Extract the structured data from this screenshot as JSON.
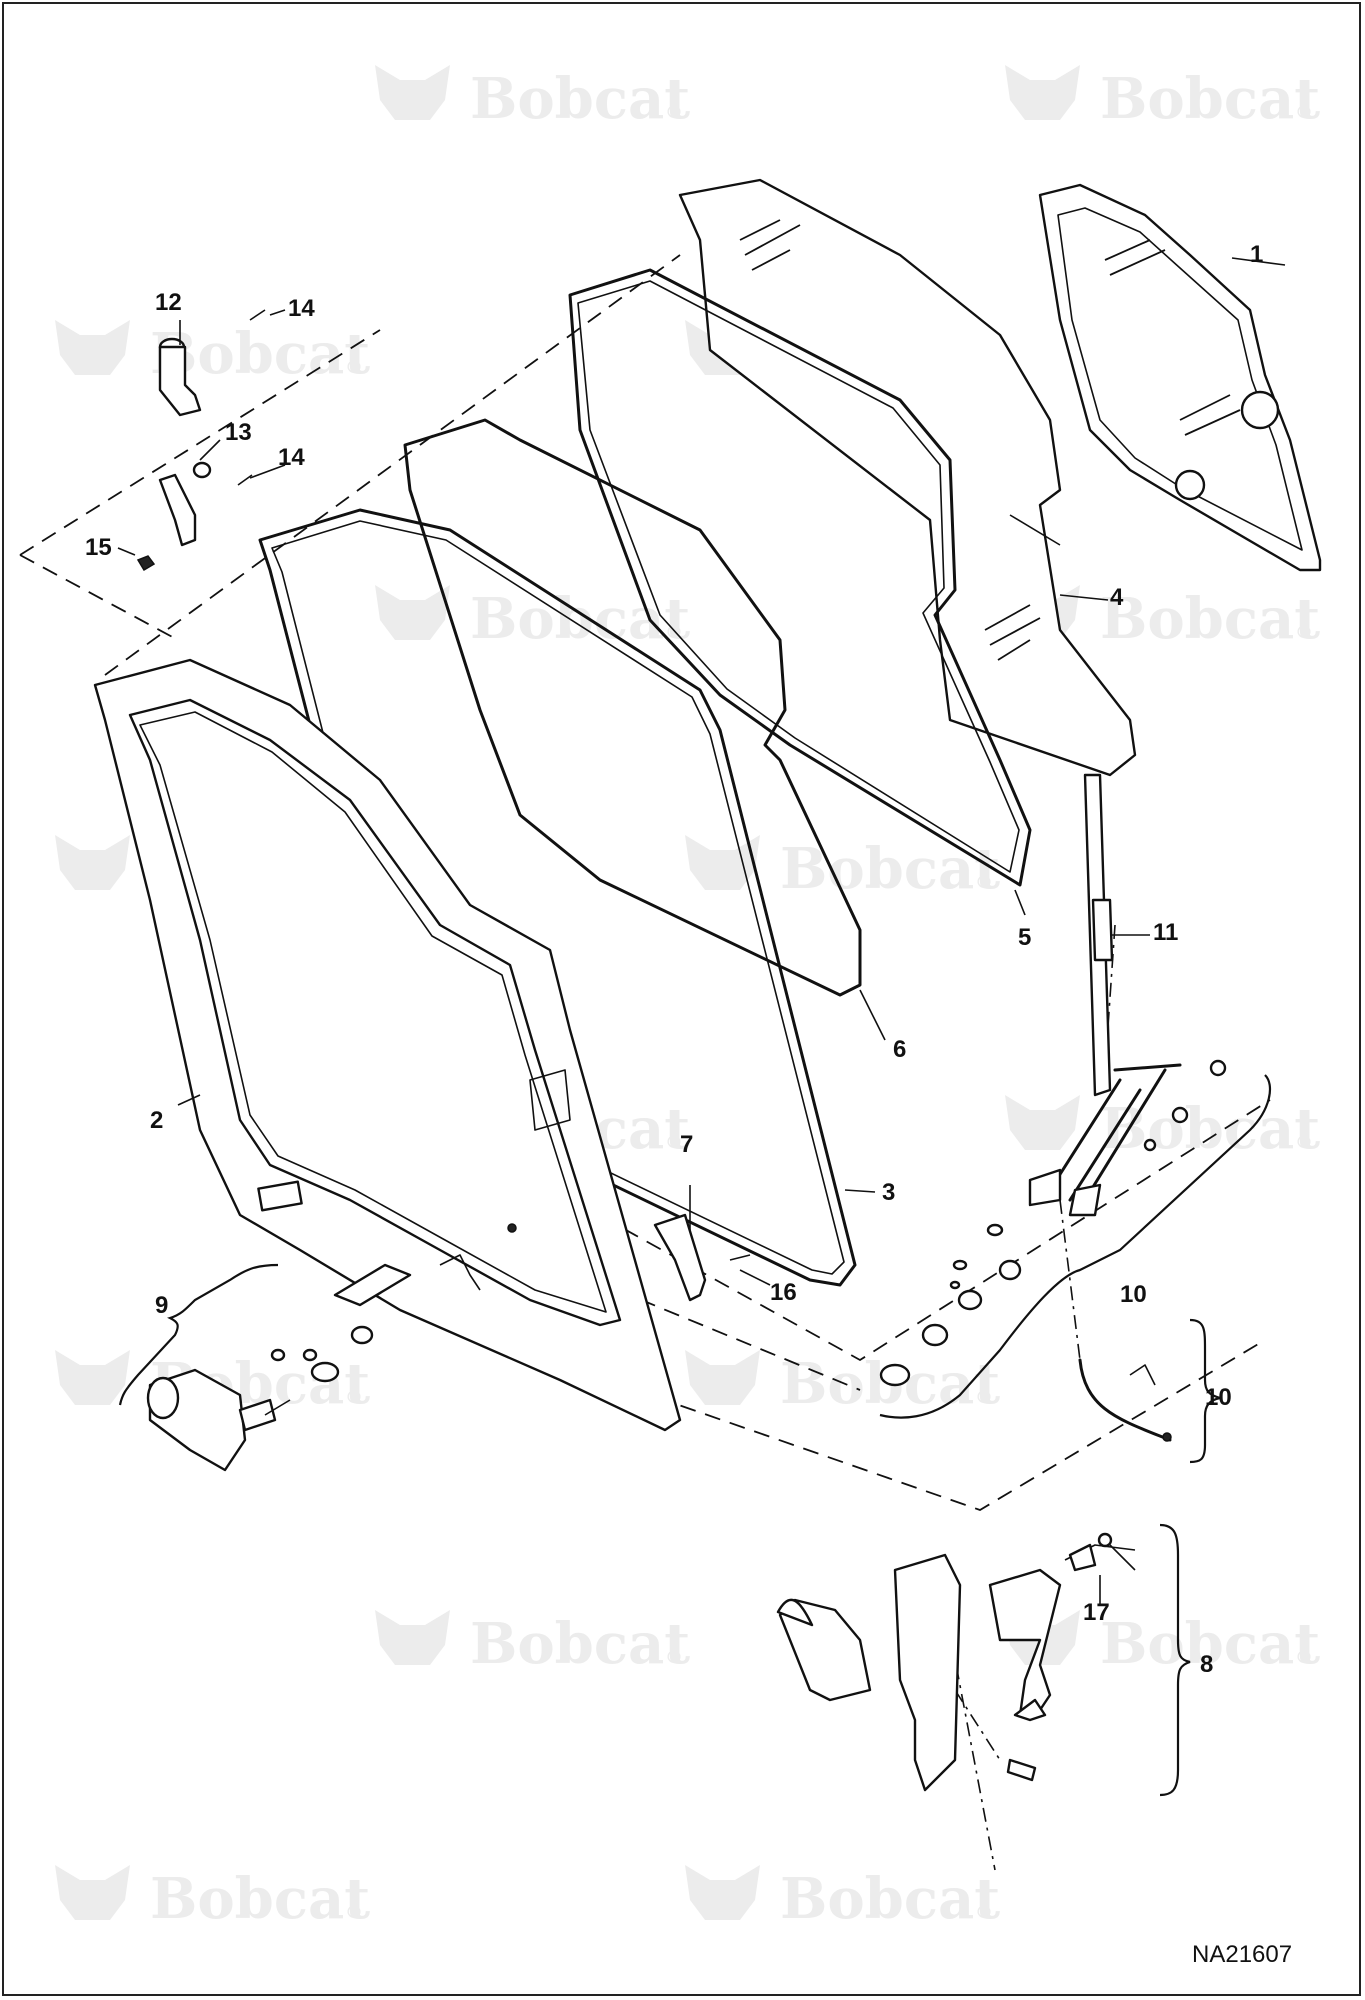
{
  "watermark": {
    "brand": "Bobcat",
    "mark": "®"
  },
  "drawing_id": "NA21607",
  "callouts": [
    {
      "id": "c1",
      "text": "1"
    },
    {
      "id": "c2",
      "text": "2"
    },
    {
      "id": "c3",
      "text": "3"
    },
    {
      "id": "c4",
      "text": "4"
    },
    {
      "id": "c5",
      "text": "5"
    },
    {
      "id": "c6",
      "text": "6"
    },
    {
      "id": "c7",
      "text": "7"
    },
    {
      "id": "c8",
      "text": "8"
    },
    {
      "id": "c9",
      "text": "9"
    },
    {
      "id": "c10a",
      "text": "10"
    },
    {
      "id": "c10b",
      "text": "10"
    },
    {
      "id": "c11",
      "text": "11"
    },
    {
      "id": "c12",
      "text": "12"
    },
    {
      "id": "c13",
      "text": "13"
    },
    {
      "id": "c14a",
      "text": "14"
    },
    {
      "id": "c14b",
      "text": "14"
    },
    {
      "id": "c15",
      "text": "15"
    },
    {
      "id": "c16",
      "text": "16"
    },
    {
      "id": "c17",
      "text": "17"
    }
  ]
}
